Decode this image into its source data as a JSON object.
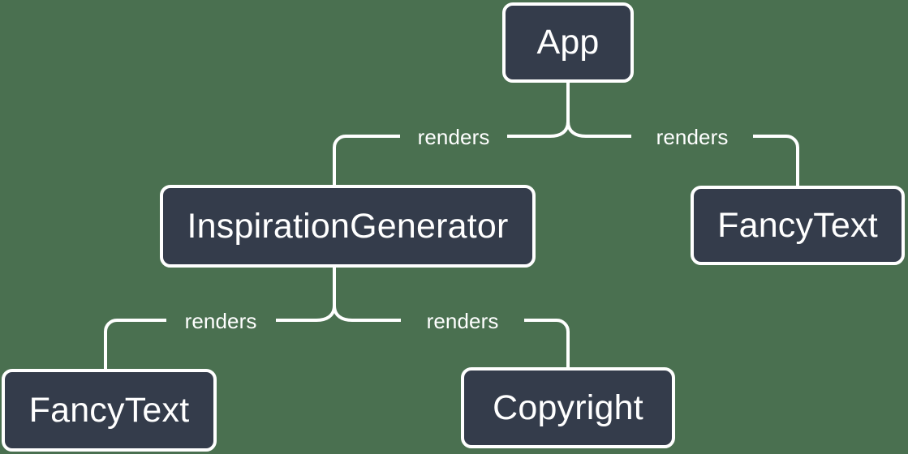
{
  "diagram": {
    "type": "component-tree",
    "background_color": "#4a7050",
    "node_fill_color": "#343c4b",
    "node_border_color": "#ffffff",
    "edge_color": "#ffffff",
    "text_color": "#ffffff",
    "nodes": [
      {
        "id": "app",
        "label": "App"
      },
      {
        "id": "inspiration-generator",
        "label": "InspirationGenerator"
      },
      {
        "id": "fancytext-right",
        "label": "FancyText"
      },
      {
        "id": "fancytext-bottom",
        "label": "FancyText"
      },
      {
        "id": "copyright",
        "label": "Copyright"
      }
    ],
    "edges": [
      {
        "from": "app",
        "to": "inspiration-generator",
        "label": "renders"
      },
      {
        "from": "app",
        "to": "fancytext-right",
        "label": "renders"
      },
      {
        "from": "inspiration-generator",
        "to": "fancytext-bottom",
        "label": "renders"
      },
      {
        "from": "inspiration-generator",
        "to": "copyright",
        "label": "renders"
      }
    ]
  }
}
